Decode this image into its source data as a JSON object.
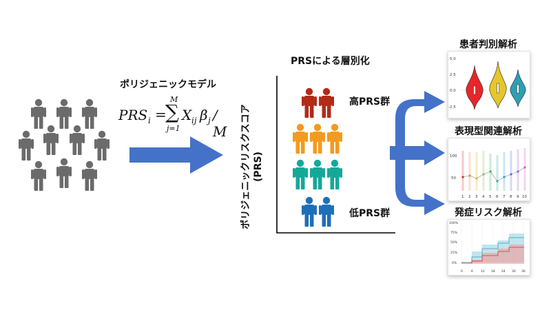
{
  "model": {
    "title": "ポリジェニックモデル",
    "formula": {
      "lhs": "PRS",
      "lhs_sub": "i",
      "eq": "=",
      "sum_top": "M",
      "sum_bottom": "j=1",
      "x": "X",
      "x_sub": "ij",
      "beta": "β",
      "beta_sub": "j",
      "div": "/ M"
    }
  },
  "stratification": {
    "title": "PRSによる層別化",
    "axis_label": "ポリジェニックリスクスコア",
    "axis_label_sub": "(PRS)",
    "high_label": "高PRS群",
    "low_label": "低PRS群",
    "group_colors": {
      "high": "#b22a18",
      "upper_mid": "#f39a1f",
      "lower_mid": "#15a899",
      "low": "#1f6fb8"
    }
  },
  "panels": {
    "case_control": {
      "title": "患者判別解析",
      "y_ticks": [
        "5.0",
        "2.5",
        "0.0",
        "-2.5"
      ],
      "violin_colors": [
        "#e8262a",
        "#e5c62c",
        "#2c9fb3"
      ]
    },
    "phenotype": {
      "title": "表現型関連解析",
      "y_ticks": [
        "100",
        "50"
      ],
      "x_ticks": [
        "1",
        "2",
        "3",
        "4",
        "5",
        "6",
        "7",
        "8",
        "9",
        "10"
      ]
    },
    "onset": {
      "title": "発症リスク解析",
      "y_ticks": [
        "100%",
        "75%",
        "50%",
        "25%",
        "0%"
      ],
      "x_ticks": [
        "0",
        "6",
        "12",
        "18",
        "24",
        "30",
        "36"
      ]
    }
  },
  "colors": {
    "arrow": "#4472c8",
    "person": "#6b6b6b",
    "axis": "#000000"
  }
}
